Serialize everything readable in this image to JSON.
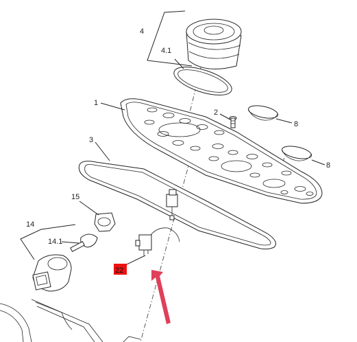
{
  "callouts": {
    "c4": "4",
    "c4_1": "4.1",
    "c1": "1",
    "c2": "2",
    "c8a": "8",
    "c3": "3",
    "c8b": "8",
    "c15": "15",
    "c14": "14",
    "c14_1": "14.1",
    "c22": "22"
  },
  "colors": {
    "highlight_box": "#ee1111",
    "arrow": "#e0405a",
    "line": "#222222"
  }
}
